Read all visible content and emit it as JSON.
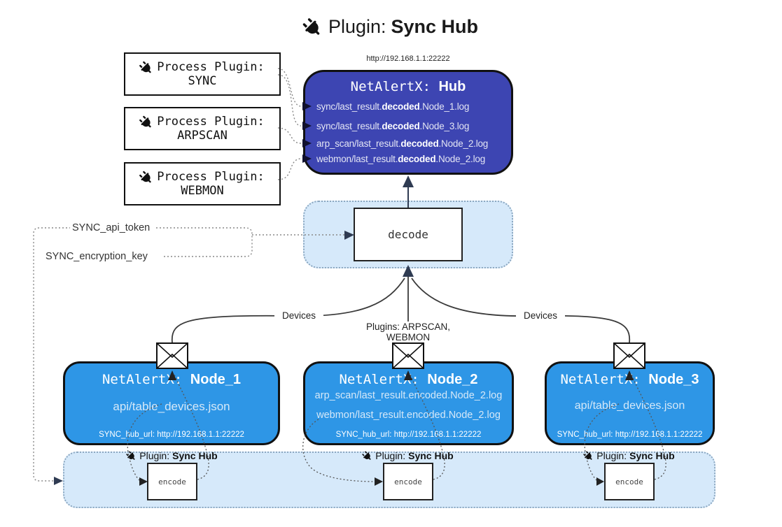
{
  "title": {
    "prefix": "Plugin:",
    "name": "Sync Hub"
  },
  "hub": {
    "url": "http://192.168.1.1:22222",
    "name_prefix": "NetAlertX: ",
    "name": "Hub",
    "logs": [
      {
        "pre": "sync/last_result.",
        "bold": "decoded",
        "post": ".Node_1.log"
      },
      {
        "pre": "sync/last_result.",
        "bold": "decoded",
        "post": ".Node_3.log"
      },
      {
        "pre": "arp_scan/last_result.",
        "bold": "decoded",
        "post": ".Node_2.log"
      },
      {
        "pre": "webmon/last_result.",
        "bold": "decoded",
        "post": ".Node_2.log"
      }
    ]
  },
  "process_plugins": [
    {
      "label": "Process Plugin:",
      "name": "SYNC"
    },
    {
      "label": "Process Plugin:",
      "name": "ARPSCAN"
    },
    {
      "label": "Process Plugin:",
      "name": "WEBMON"
    }
  ],
  "decode_box": {
    "label": "decode"
  },
  "settings": {
    "api_token": "SYNC_api_token",
    "encryption_key": "SYNC_encryption_key"
  },
  "edge_labels": {
    "left": "Devices",
    "middle": "Plugins: ARPSCAN, WEBMON",
    "right": "Devices"
  },
  "nodes": [
    {
      "name_prefix": "NetAlertX: ",
      "name": "Node_1",
      "files": [
        "api/table_devices.json"
      ],
      "hub_url": "SYNC_hub_url: http://192.168.1.1:22222"
    },
    {
      "name_prefix": "NetAlertX: ",
      "name": "Node_2",
      "files": [
        "arp_scan/last_result.encoded.Node_2.log",
        "webmon/last_result.encoded.Node_2.log"
      ],
      "hub_url": "SYNC_hub_url: http://192.168.1.1:22222"
    },
    {
      "name_prefix": "NetAlertX: ",
      "name": "Node_3",
      "files": [
        "api/table_devices.json"
      ],
      "hub_url": "SYNC_hub_url: http://192.168.1.1:22222"
    }
  ],
  "encoders": [
    {
      "plugin_prefix": "Plugin:",
      "plugin_name": "Sync Hub",
      "label": "encode"
    },
    {
      "plugin_prefix": "Plugin:",
      "plugin_name": "Sync Hub",
      "label": "encode"
    },
    {
      "plugin_prefix": "Plugin:",
      "plugin_name": "Sync Hub",
      "label": "encode"
    }
  ],
  "colors": {
    "hub_fill": "#3d45b2",
    "node_fill": "#2e96e6",
    "container_fill": "#d6e9fa",
    "container_border": "#8ba7c0",
    "arrow_dark_navy": "#2f3b52",
    "line_gray": "#555555"
  }
}
